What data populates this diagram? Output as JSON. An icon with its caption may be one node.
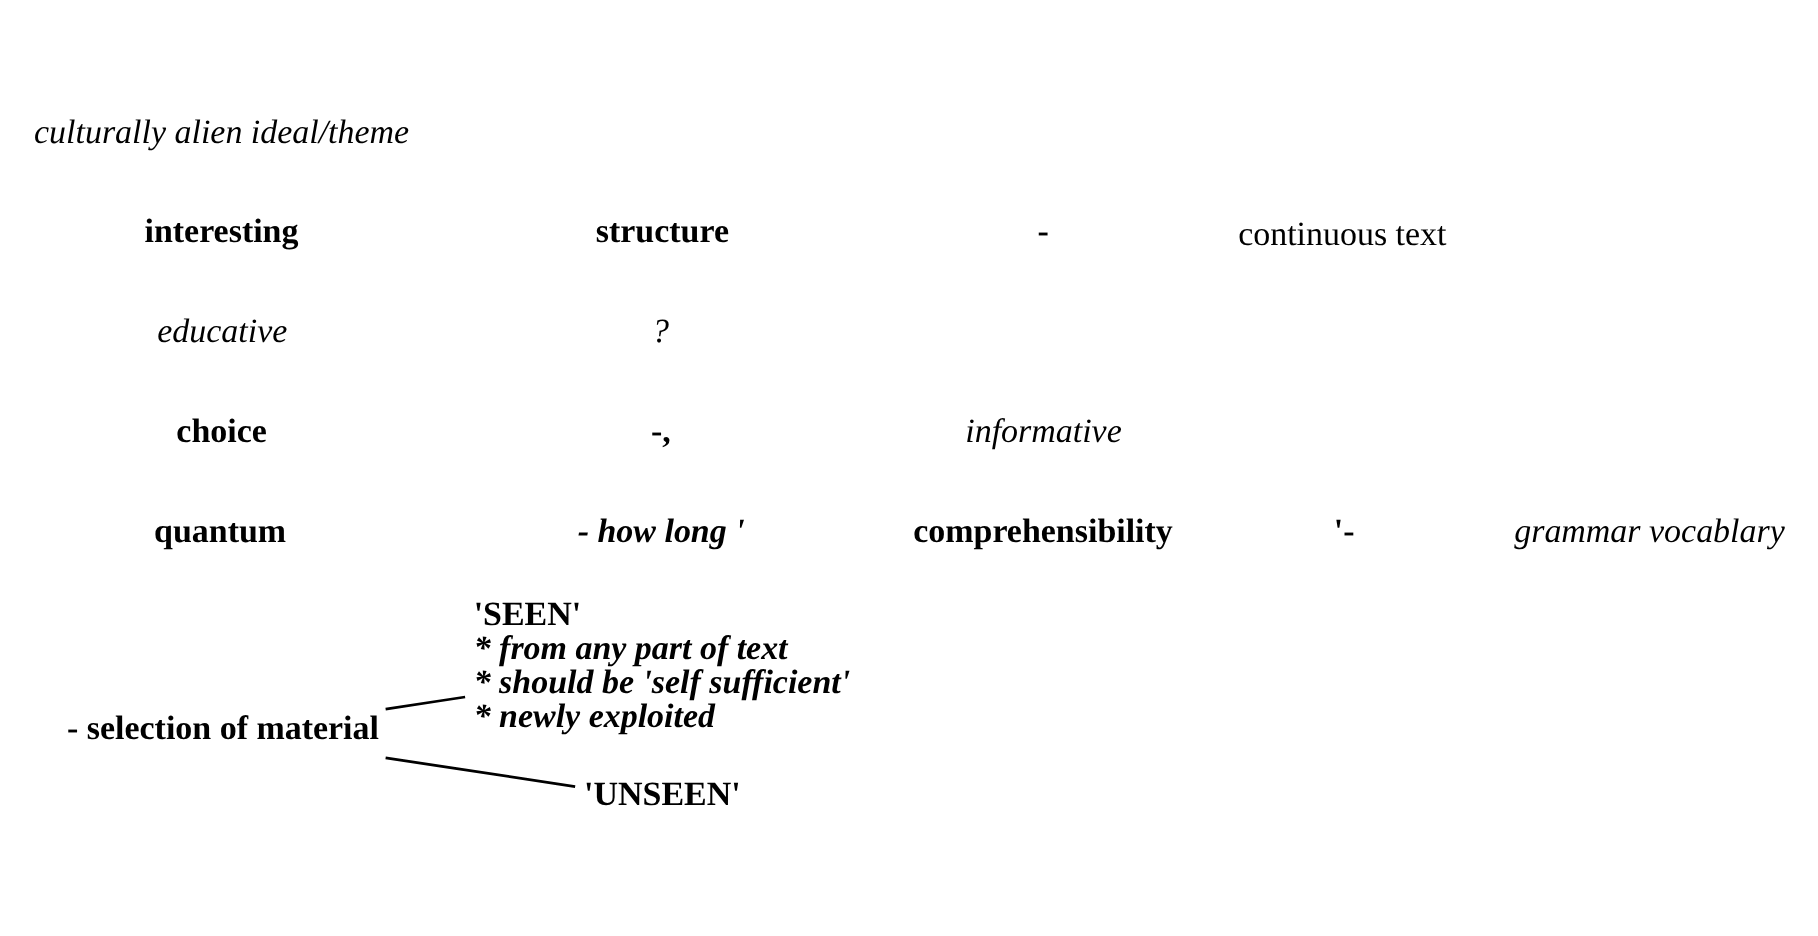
{
  "diagram": {
    "nodes": [
      {
        "text": [
          "- selection of material"
        ]
      },
      {
        "text": [
          "'SEEN'",
          "* from any part of text",
          "* should be 'self sufficient'",
          "* newly exploited"
        ]
      },
      {
        "text": [
          "'UNSEEN'"
        ]
      }
    ],
    "edges": [
      {
        "from": 0,
        "to": 1,
        "arrow": "none"
      },
      {
        "from": 0,
        "to": 2,
        "arrow": "none"
      }
    ],
    "labels": [
      "quantum",
      "- how long '",
      "comprehensibility",
      "'-",
      "grammar vocablary",
      "choice",
      "-,",
      "informative",
      "educative",
      "?",
      "interesting",
      "structure",
      "-",
      "continuous text",
      "culturally alien ideal/theme"
    ]
  }
}
